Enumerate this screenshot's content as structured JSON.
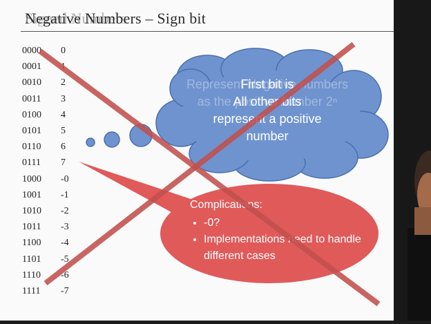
{
  "slide": {
    "title": "Negative Numbers – Sign bit",
    "title_ghost": "Signed Numbers"
  },
  "rows": [
    {
      "bits": "0000",
      "value": "0"
    },
    {
      "bits": "0001",
      "value": "1"
    },
    {
      "bits": "0010",
      "value": "2"
    },
    {
      "bits": "0011",
      "value": "3"
    },
    {
      "bits": "0100",
      "value": "4"
    },
    {
      "bits": "0101",
      "value": "5"
    },
    {
      "bits": "0110",
      "value": "6"
    },
    {
      "bits": "0111",
      "value": "7"
    },
    {
      "bits": "1000",
      "value": "-0"
    },
    {
      "bits": "1001",
      "value": "-1"
    },
    {
      "bits": "1010",
      "value": "-2"
    },
    {
      "bits": "1011",
      "value": "-3"
    },
    {
      "bits": "1100",
      "value": "-4"
    },
    {
      "bits": "1101",
      "value": "-5"
    },
    {
      "bits": "1110",
      "value": "-6"
    },
    {
      "bits": "1111",
      "value": "-7"
    }
  ],
  "cloud": {
    "ghost_text": "Represent Negative numbers as the positive number 2ⁿ",
    "lines": [
      "First bit is",
      "All other bits",
      "represent a positive",
      "number"
    ]
  },
  "callout": {
    "heading": "Complications:",
    "bullets": [
      "-0?",
      "Implementations need to handle different cases"
    ]
  },
  "colors": {
    "cloud": "#6f93cf",
    "cloud_outline": "#4a6fae",
    "callout": "#e05a5a",
    "cross": "#c0504d"
  }
}
